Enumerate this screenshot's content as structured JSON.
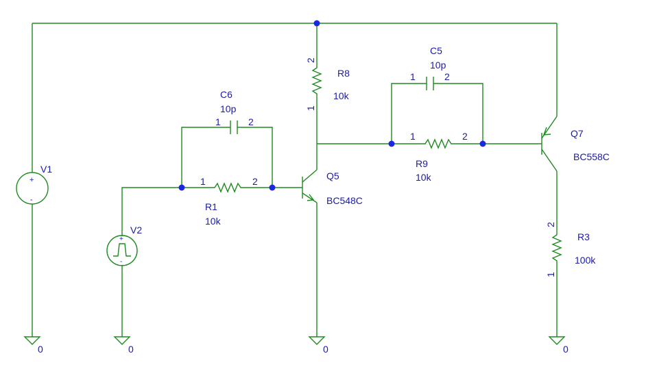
{
  "colors": {
    "wire": "#1e8a1e",
    "text": "#1a1aa8",
    "node": "#1a28e0",
    "background": "#ffffff"
  },
  "components": {
    "V1": {
      "ref": "V1",
      "plus": "+",
      "minus": "-"
    },
    "V2": {
      "ref": "V2",
      "plus": "+",
      "minus": "-"
    },
    "R1": {
      "ref": "R1",
      "value": "10k",
      "pin1": "1",
      "pin2": "2"
    },
    "R3": {
      "ref": "R3",
      "value": "100k",
      "pin1": "1",
      "pin2": "2"
    },
    "R8": {
      "ref": "R8",
      "value": "10k",
      "pin1": "1",
      "pin2": "2"
    },
    "R9": {
      "ref": "R9",
      "value": "10k",
      "pin1": "1",
      "pin2": "2"
    },
    "C5": {
      "ref": "C5",
      "value": "10p",
      "pin1": "1",
      "pin2": "2"
    },
    "C6": {
      "ref": "C6",
      "value": "10p",
      "pin1": "1",
      "pin2": "2"
    },
    "Q5": {
      "ref": "Q5",
      "model": "BC548C"
    },
    "Q7": {
      "ref": "Q7",
      "model": "BC558C"
    }
  },
  "grounds": {
    "g1": "0",
    "g2": "0",
    "g3": "0",
    "g4": "0"
  }
}
